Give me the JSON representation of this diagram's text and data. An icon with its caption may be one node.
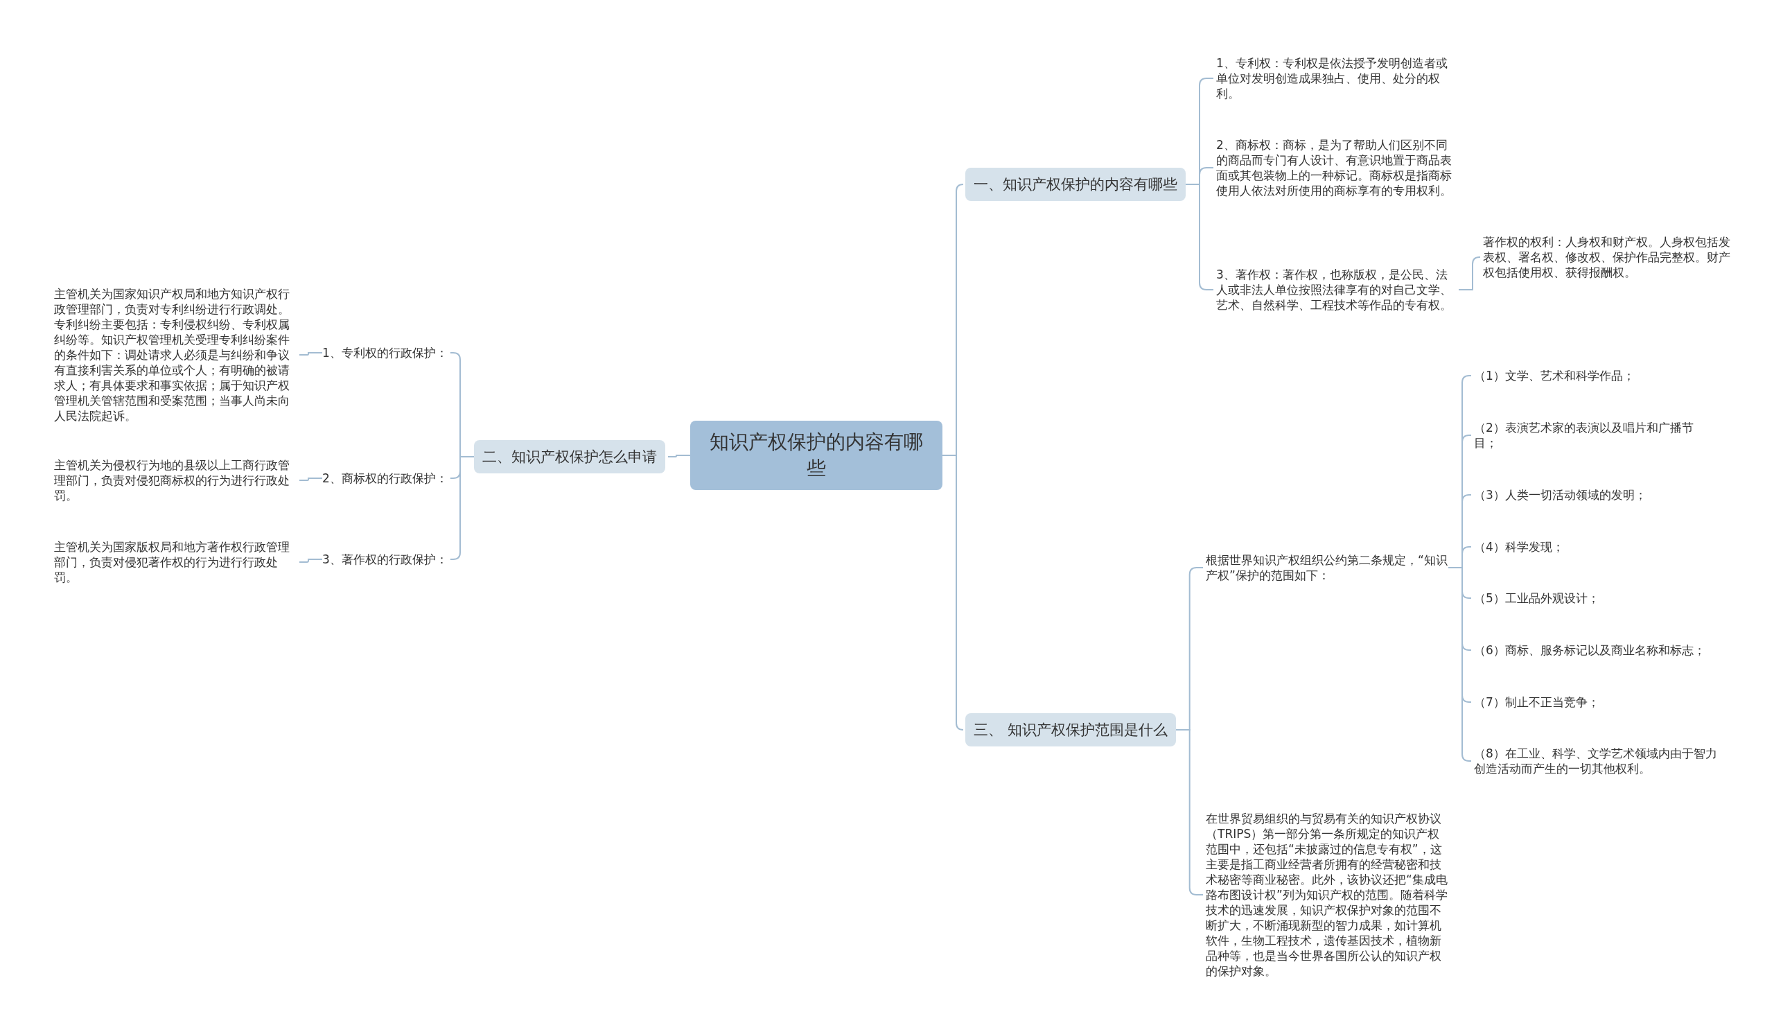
{
  "diagram": {
    "nodes": [
      {
        "text": [
          "知识产权保护的内容有哪些"
        ]
      },
      {
        "text": [
          "一、知识产权保护的内容有哪些"
        ]
      },
      {
        "text": [
          "1、专利权：专利权是依法授予发明创造者或单位对发明创造成果独占、使用、处分的权利。"
        ]
      },
      {
        "text": [
          "2、商标权：商标，是为了帮助人们区别不同的商品而专门有人设计、有意识地置于商品表面或其包装物上的一种标记。商标权是指商标使用人依法对所使用的商标享有的专用权利。"
        ]
      },
      {
        "text": [
          "3、著作权：著作权，也称版权，是公民、法人或非法人单位按照法律享有的对自己文学、艺术、自然科学、工程技术等作品的专有权。"
        ]
      },
      {
        "text": [
          "著作权的权利：人身权和财产权。人身权包括发表权、署名权、修改权、保护作品完整权。财产权包括使用权、获得报酬权。"
        ]
      },
      {
        "text": [
          "二、知识产权保护怎么申请"
        ]
      },
      {
        "text": [
          "1、专利权的行政保护："
        ]
      },
      {
        "text": [
          "主管机关为国家知识产权局和地方知识产权行政管理部门，负责对专利纠纷进行行政调处。专利纠纷主要包括：专利侵权纠纷、专利权属纠纷等。知识产权管理机关受理专利纠纷案件的条件如下：调处请求人必须是与纠纷和争议有直接利害关系的单位或个人；有明确的被请求人；有具体要求和事实依据；属于知识产权管理机关管辖范围和受案范围；当事人尚未向人民法院起诉。"
        ]
      },
      {
        "text": [
          "2、商标权的行政保护："
        ]
      },
      {
        "text": [
          "主管机关为侵权行为地的县级以上工商行政管理部门，负责对侵犯商标权的行为进行行政处罚。"
        ]
      },
      {
        "text": [
          "3、著作权的行政保护："
        ]
      },
      {
        "text": [
          "主管机关为国家版权局和地方著作权行政管理部门，负责对侵犯著作权的行为进行行政处罚。"
        ]
      },
      {
        "text": [
          "三、 知识产权保护范围是什么"
        ]
      },
      {
        "text": [
          "根据世界知识产权组织公约第二条规定，“知识产权”保护的范围如下："
        ]
      },
      {
        "text": [
          "（1）文学、艺术和科学作品；"
        ]
      },
      {
        "text": [
          "（2）表演艺术家的表演以及唱片和广播节目；"
        ]
      },
      {
        "text": [
          "（3）人类一切活动领域的发明；"
        ]
      },
      {
        "text": [
          "（4）科学发现；"
        ]
      },
      {
        "text": [
          "（5）工业品外观设计；"
        ]
      },
      {
        "text": [
          "（6）商标、服务标记以及商业名称和标志；"
        ]
      },
      {
        "text": [
          "（7）制止不正当竞争；"
        ]
      },
      {
        "text": [
          "（8）在工业、科学、文学艺术领域内由于智力创造活动而产生的一切其他权利。"
        ]
      },
      {
        "text": [
          "在世界贸易组织的与贸易有关的知识产权协议（TRIPS）第一部分第一条所规定的知识产权范围中，还包括“未披露过的信息专有权”，这主要是指工商业经营者所拥有的经营秘密和技术秘密等商业秘密。此外，该协议还把“集成电路布图设计权”列为知识产权的范围。随着科学技术的迅速发展，知识产权保护对象的范围不断扩大，不断涌现新型的智力成果，如计算机软件，生物工程技术，遗传基因技术，植物新品种等，也是当今世界各国所公认的知识产权的保护对象。"
        ]
      }
    ],
    "edges": [
      {
        "from": 0,
        "to": 1,
        "arrow": "none"
      },
      {
        "from": 0,
        "to": 6,
        "arrow": "none"
      },
      {
        "from": 0,
        "to": 13,
        "arrow": "none"
      },
      {
        "from": 1,
        "to": 2,
        "arrow": "none"
      },
      {
        "from": 1,
        "to": 3,
        "arrow": "none"
      },
      {
        "from": 1,
        "to": 4,
        "arrow": "none"
      },
      {
        "from": 4,
        "to": 5,
        "arrow": "none"
      },
      {
        "from": 6,
        "to": 7,
        "arrow": "none"
      },
      {
        "from": 6,
        "to": 9,
        "arrow": "none"
      },
      {
        "from": 6,
        "to": 11,
        "arrow": "none"
      },
      {
        "from": 7,
        "to": 8,
        "arrow": "none"
      },
      {
        "from": 9,
        "to": 10,
        "arrow": "none"
      },
      {
        "from": 11,
        "to": 12,
        "arrow": "none"
      },
      {
        "from": 13,
        "to": 14,
        "arrow": "none"
      },
      {
        "from": 13,
        "to": 23,
        "arrow": "none"
      },
      {
        "from": 14,
        "to": 15,
        "arrow": "none"
      },
      {
        "from": 14,
        "to": 16,
        "arrow": "none"
      },
      {
        "from": 14,
        "to": 17,
        "arrow": "none"
      },
      {
        "from": 14,
        "to": 18,
        "arrow": "none"
      },
      {
        "from": 14,
        "to": 19,
        "arrow": "none"
      },
      {
        "from": 14,
        "to": 20,
        "arrow": "none"
      },
      {
        "from": 14,
        "to": 21,
        "arrow": "none"
      },
      {
        "from": 14,
        "to": 22,
        "arrow": "none"
      }
    ]
  }
}
